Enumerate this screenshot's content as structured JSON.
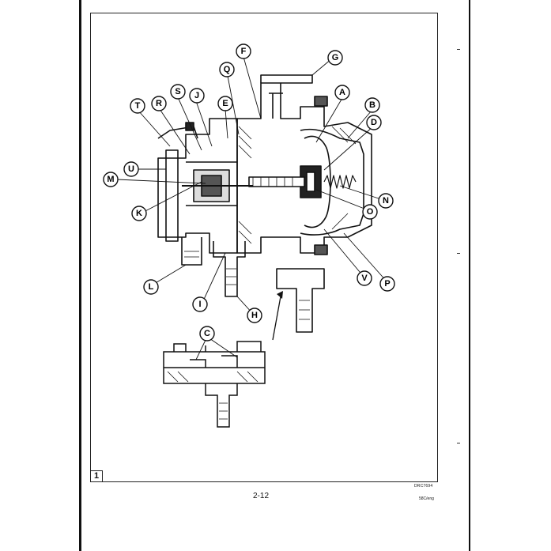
{
  "figure": {
    "number": "1",
    "code": "DRC7694",
    "callouts": [
      "A",
      "B",
      "C",
      "D",
      "E",
      "F",
      "G",
      "H",
      "I",
      "J",
      "K",
      "L",
      "M",
      "N",
      "O",
      "P",
      "Q",
      "R",
      "S",
      "T",
      "U",
      "V"
    ]
  },
  "footer": {
    "page_number": "2-12",
    "language_code": "58C/eng"
  }
}
